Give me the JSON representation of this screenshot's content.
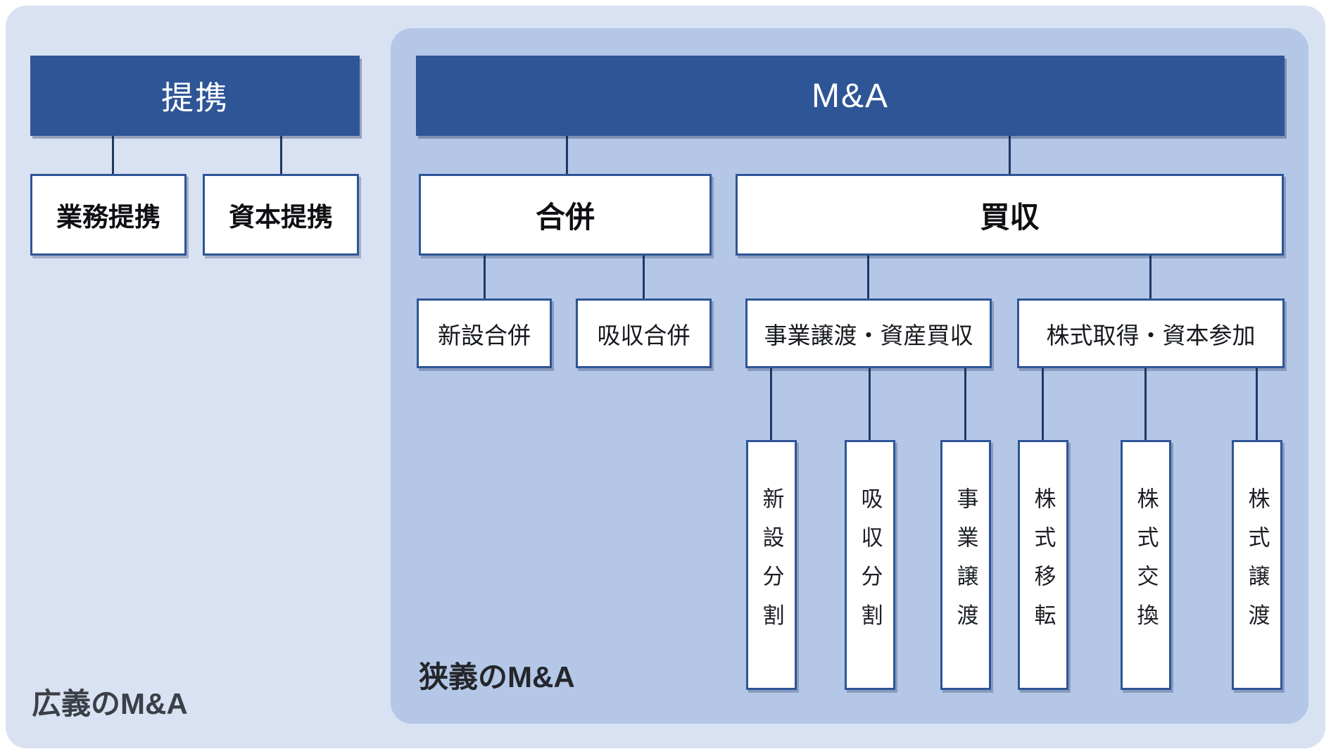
{
  "page": {
    "broad_label": "広義のM&A",
    "narrow_label": "狭義のM&A"
  },
  "alliance": {
    "title": "提携",
    "children": [
      {
        "label": "業務提携"
      },
      {
        "label": "資本提携"
      }
    ]
  },
  "ma": {
    "title": "M&A",
    "branches": [
      {
        "title": "合併",
        "children": [
          {
            "label": "新設合併"
          },
          {
            "label": "吸収合併"
          }
        ]
      },
      {
        "title": "買収",
        "children": [
          {
            "label": "事業譲渡・資産買収",
            "sub": [
              "新設分割",
              "吸収分割",
              "事業譲渡"
            ]
          },
          {
            "label": "株式取得・資本参加",
            "sub": [
              "株式移転",
              "株式交換",
              "株式譲渡"
            ]
          }
        ]
      }
    ]
  },
  "colors": {
    "outer_panel": "#d9e2f2",
    "inner_panel": "#b4c7e7",
    "header_fill": "#2e5596",
    "box_border": "#2e5597",
    "connector": "#1f3864",
    "header_text": "#ffffff",
    "box_text": "#0d0f12"
  }
}
